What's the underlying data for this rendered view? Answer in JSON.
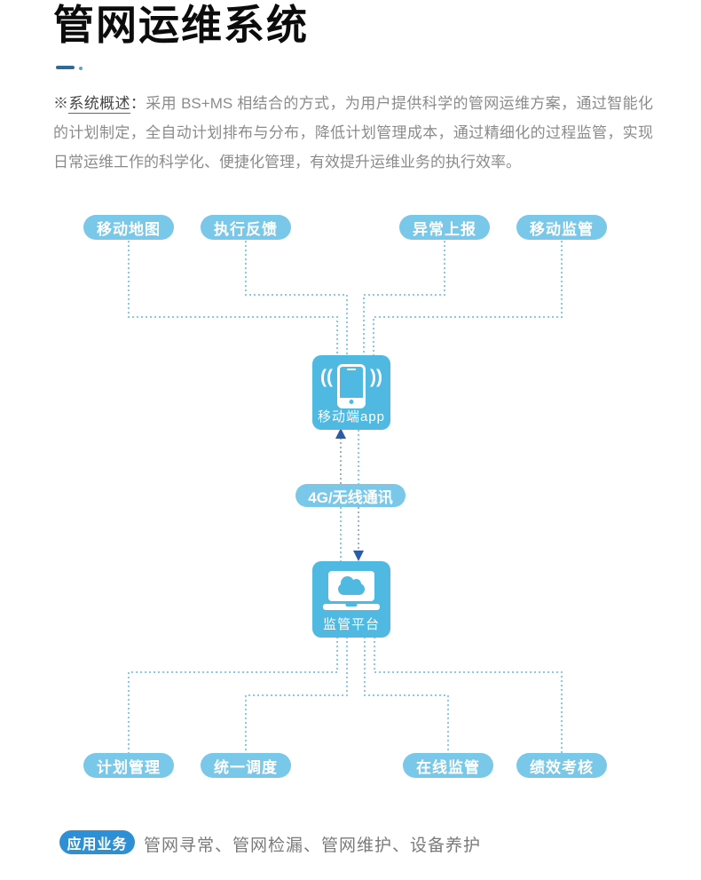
{
  "header": {
    "title": "管网运维系统"
  },
  "overview": {
    "prefix": "※",
    "label": "系统概述",
    "colon": "：",
    "body": "采用 BS+MS 相结合的方式，为用户提供科学的管网运维方案，通过智能化的计划制定，全自动计划排布与分布，降低计划管理成本，通过精细化的过程监管，实现日常运维工作的科学化、便捷化管理，有效提升运维业务的执行效率。"
  },
  "diagram": {
    "top_nodes": [
      {
        "label": "移动地图"
      },
      {
        "label": "执行反馈"
      },
      {
        "label": "异常上报"
      },
      {
        "label": "移动监管"
      }
    ],
    "mobile_app": {
      "label": "移动端app"
    },
    "link_pill": {
      "label": "4G/无线通讯"
    },
    "platform": {
      "label": "监管平台"
    },
    "bottom_nodes": [
      {
        "label": "计划管理"
      },
      {
        "label": "统一调度"
      },
      {
        "label": "在线监管"
      },
      {
        "label": "绩效考核"
      }
    ],
    "colors": {
      "node_fill": "#79c8e9",
      "box_fill": "#4fb9e2",
      "connector_dotted": "#86cbe9",
      "arrow_line": "#9fb0cc",
      "arrow_head": "#2a5ca8",
      "badge_fill": "#2e8fd4",
      "title_accent": "#2e6b96"
    }
  },
  "footer": {
    "badge": "应用业务",
    "items": "管网寻常、管网检漏、管网维护、设备养护"
  }
}
